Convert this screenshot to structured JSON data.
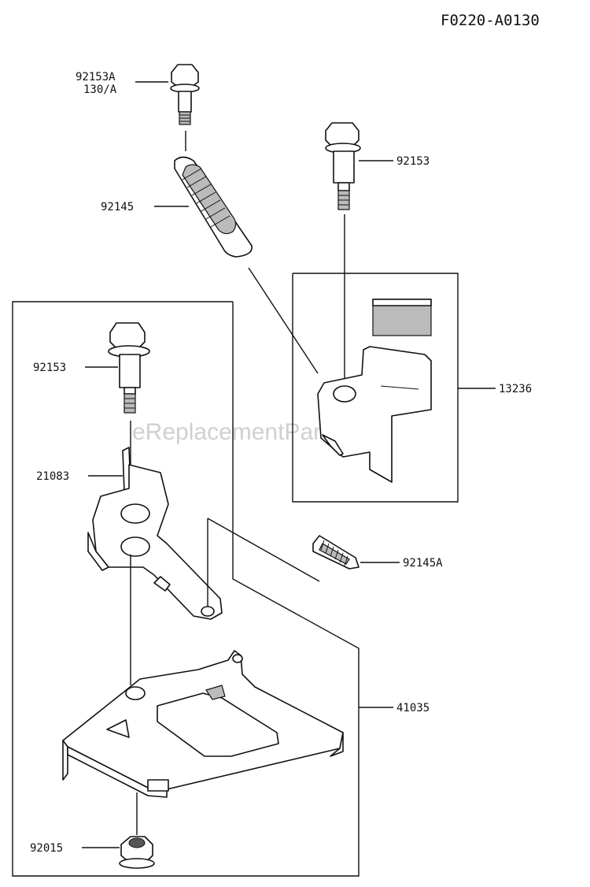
{
  "title": "F0220-A0130",
  "watermark": "eReplacementParts.com",
  "callouts": {
    "bolt_top_left": "92153A",
    "bolt_top_left_sub": "130/A",
    "spring_top": "92145",
    "bolt_top_right": "92153",
    "bracket_group": "13236",
    "bolt_mid_left": "92153",
    "lever": "21083",
    "spring_small": "92145A",
    "plate": "41035",
    "nut": "92015"
  }
}
